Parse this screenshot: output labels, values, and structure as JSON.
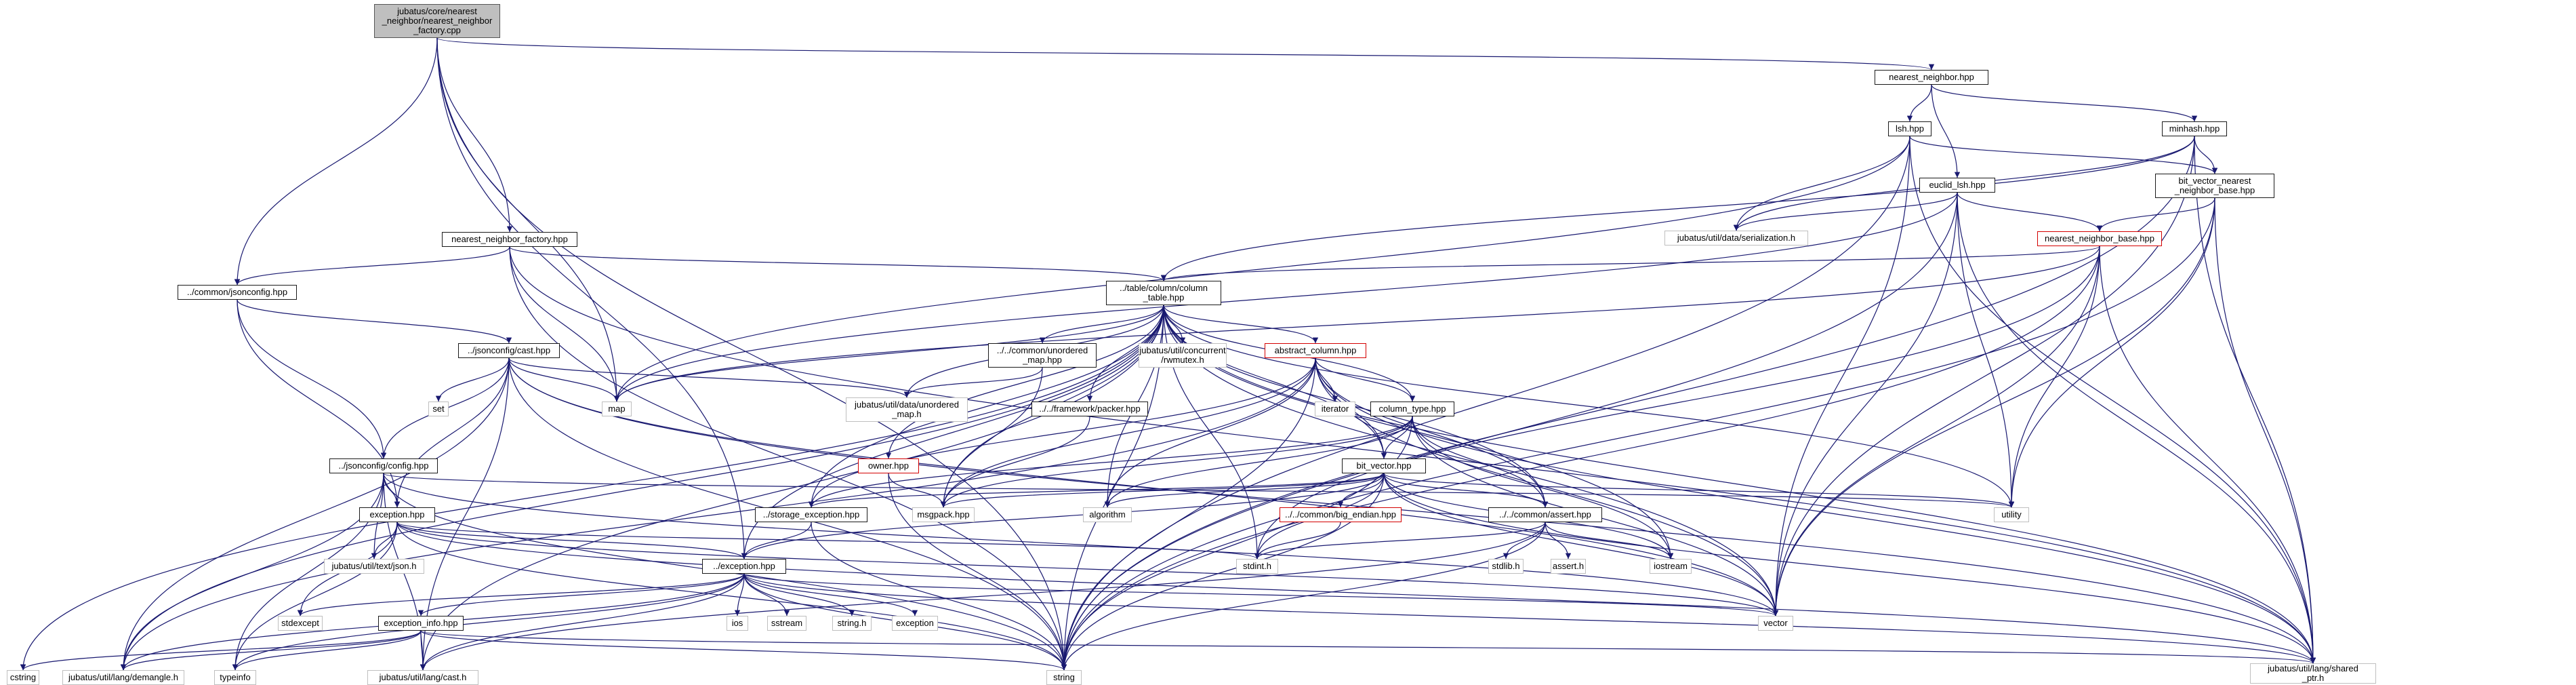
{
  "diagram": {
    "nodes": [
      {
        "id": "root",
        "label": "jubatus/core/nearest\n_neighbor/nearest_neighbor\n_factory.cpp",
        "style": "root"
      },
      {
        "id": "nn",
        "label": "nearest_neighbor.hpp",
        "style": "doc"
      },
      {
        "id": "lsh",
        "label": "lsh.hpp",
        "style": "doc"
      },
      {
        "id": "minhash",
        "label": "minhash.hpp",
        "style": "doc"
      },
      {
        "id": "euclid",
        "label": "euclid_lsh.hpp",
        "style": "doc"
      },
      {
        "id": "bvnb",
        "label": "bit_vector_nearest\n_neighbor_base.hpp",
        "style": "doc"
      },
      {
        "id": "serial",
        "label": "jubatus/util/data/serialization.h",
        "style": "ext"
      },
      {
        "id": "nnbase",
        "label": "nearest_neighbor_base.hpp",
        "style": "red"
      },
      {
        "id": "nnfactory",
        "label": "nearest_neighbor_factory.hpp",
        "style": "doc"
      },
      {
        "id": "cjsonconfig",
        "label": "../common/jsonconfig.hpp",
        "style": "doc"
      },
      {
        "id": "coltable",
        "label": "../table/column/column\n_table.hpp",
        "style": "doc"
      },
      {
        "id": "cast",
        "label": "../jsonconfig/cast.hpp",
        "style": "doc"
      },
      {
        "id": "cunordered",
        "label": "../../common/unordered\n_map.hpp",
        "style": "doc"
      },
      {
        "id": "rwmutex",
        "label": "jubatus/util/concurrent\n/rwmutex.h",
        "style": "ext"
      },
      {
        "id": "abscol",
        "label": "abstract_column.hpp",
        "style": "red"
      },
      {
        "id": "set",
        "label": "set",
        "style": "ext"
      },
      {
        "id": "map",
        "label": "map",
        "style": "ext"
      },
      {
        "id": "uunordered",
        "label": "jubatus/util/data/unordered\n_map.h",
        "style": "ext"
      },
      {
        "id": "packer",
        "label": "../../framework/packer.hpp",
        "style": "doc"
      },
      {
        "id": "iterator",
        "label": "iterator",
        "style": "ext"
      },
      {
        "id": "coltype",
        "label": "column_type.hpp",
        "style": "doc"
      },
      {
        "id": "jconfig",
        "label": "../jsonconfig/config.hpp",
        "style": "doc"
      },
      {
        "id": "owner",
        "label": "owner.hpp",
        "style": "red"
      },
      {
        "id": "bitvector",
        "label": "bit_vector.hpp",
        "style": "doc"
      },
      {
        "id": "utility",
        "label": "utility",
        "style": "ext"
      },
      {
        "id": "exceptionh",
        "label": "exception.hpp",
        "style": "doc"
      },
      {
        "id": "storageexc",
        "label": "../storage_exception.hpp",
        "style": "doc"
      },
      {
        "id": "msgpack",
        "label": "msgpack.hpp",
        "style": "ext"
      },
      {
        "id": "algorithm",
        "label": "algorithm",
        "style": "ext"
      },
      {
        "id": "bigendian",
        "label": "../../common/big_endian.hpp",
        "style": "red"
      },
      {
        "id": "cassert",
        "label": "../../common/assert.hpp",
        "style": "doc"
      },
      {
        "id": "json",
        "label": "jubatus/util/text/json.h",
        "style": "ext"
      },
      {
        "id": "stdint",
        "label": "stdint.h",
        "style": "ext"
      },
      {
        "id": "stdlib",
        "label": "stdlib.h",
        "style": "ext"
      },
      {
        "id": "asserth",
        "label": "assert.h",
        "style": "ext"
      },
      {
        "id": "iostream",
        "label": "iostream",
        "style": "ext"
      },
      {
        "id": "exc",
        "label": "../exception.hpp",
        "style": "doc"
      },
      {
        "id": "stdexcept",
        "label": "stdexcept",
        "style": "ext"
      },
      {
        "id": "ios",
        "label": "ios",
        "style": "ext"
      },
      {
        "id": "sstream",
        "label": "sstream",
        "style": "ext"
      },
      {
        "id": "stringh",
        "label": "string.h",
        "style": "ext"
      },
      {
        "id": "exception",
        "label": "exception",
        "style": "ext"
      },
      {
        "id": "vector",
        "label": "vector",
        "style": "ext"
      },
      {
        "id": "excinfo",
        "label": "exception_info.hpp",
        "style": "doc"
      },
      {
        "id": "cstring",
        "label": "cstring",
        "style": "ext"
      },
      {
        "id": "demangle",
        "label": "jubatus/util/lang/demangle.h",
        "style": "ext"
      },
      {
        "id": "typeinfo",
        "label": "typeinfo",
        "style": "ext"
      },
      {
        "id": "langcast",
        "label": "jubatus/util/lang/cast.h",
        "style": "ext"
      },
      {
        "id": "string",
        "label": "string",
        "style": "ext"
      },
      {
        "id": "sharedptr",
        "label": "jubatus/util/lang/shared\n_ptr.h",
        "style": "ext"
      }
    ],
    "edges": [
      [
        "root",
        "nn"
      ],
      [
        "root",
        "nnfactory"
      ],
      [
        "root",
        "cjsonconfig"
      ],
      [
        "root",
        "map"
      ],
      [
        "root",
        "string"
      ],
      [
        "root",
        "exc"
      ],
      [
        "nn",
        "lsh"
      ],
      [
        "nn",
        "minhash"
      ],
      [
        "nn",
        "euclid"
      ],
      [
        "lsh",
        "bvnb"
      ],
      [
        "lsh",
        "serial"
      ],
      [
        "lsh",
        "map"
      ],
      [
        "lsh",
        "string"
      ],
      [
        "lsh",
        "vector"
      ],
      [
        "lsh",
        "sharedptr"
      ],
      [
        "minhash",
        "bvnb"
      ],
      [
        "minhash",
        "serial"
      ],
      [
        "minhash",
        "coltable"
      ],
      [
        "minhash",
        "vector"
      ],
      [
        "minhash",
        "string"
      ],
      [
        "minhash",
        "sharedptr"
      ],
      [
        "bvnb",
        "nnbase"
      ],
      [
        "bvnb",
        "utility"
      ],
      [
        "bvnb",
        "vector"
      ],
      [
        "bvnb",
        "string"
      ],
      [
        "bvnb",
        "sharedptr"
      ],
      [
        "euclid",
        "nnbase"
      ],
      [
        "euclid",
        "serial"
      ],
      [
        "euclid",
        "map"
      ],
      [
        "euclid",
        "utility"
      ],
      [
        "euclid",
        "vector"
      ],
      [
        "euclid",
        "string"
      ],
      [
        "euclid",
        "sharedptr"
      ],
      [
        "nnbase",
        "coltable"
      ],
      [
        "nnbase",
        "map"
      ],
      [
        "nnbase",
        "utility"
      ],
      [
        "nnbase",
        "vector"
      ],
      [
        "nnbase",
        "string"
      ],
      [
        "nnbase",
        "sharedptr"
      ],
      [
        "nnbase",
        "stdint"
      ],
      [
        "nnfactory",
        "cjsonconfig"
      ],
      [
        "nnfactory",
        "coltable"
      ],
      [
        "nnfactory",
        "map"
      ],
      [
        "nnfactory",
        "string"
      ],
      [
        "nnfactory",
        "sharedptr"
      ],
      [
        "cjsonconfig",
        "cast"
      ],
      [
        "cjsonconfig",
        "jconfig"
      ],
      [
        "cjsonconfig",
        "exceptionh"
      ],
      [
        "coltable",
        "cunordered"
      ],
      [
        "coltable",
        "rwmutex"
      ],
      [
        "coltable",
        "abscol"
      ],
      [
        "coltable",
        "uunordered"
      ],
      [
        "coltable",
        "packer"
      ],
      [
        "coltable",
        "coltype"
      ],
      [
        "coltable",
        "owner"
      ],
      [
        "coltable",
        "bitvector"
      ],
      [
        "coltable",
        "storageexc"
      ],
      [
        "coltable",
        "msgpack"
      ],
      [
        "coltable",
        "map"
      ],
      [
        "coltable",
        "utility"
      ],
      [
        "coltable",
        "vector"
      ],
      [
        "coltable",
        "string"
      ],
      [
        "coltable",
        "iostream"
      ],
      [
        "coltable",
        "exc"
      ],
      [
        "coltable",
        "stdint"
      ],
      [
        "coltable",
        "cassert"
      ],
      [
        "coltable",
        "sharedptr"
      ],
      [
        "coltable",
        "algorithm"
      ],
      [
        "coltable",
        "cstring"
      ],
      [
        "coltable",
        "demangle"
      ],
      [
        "coltable",
        "langcast"
      ],
      [
        "cast",
        "set"
      ],
      [
        "cast",
        "map"
      ],
      [
        "cast",
        "uunordered"
      ],
      [
        "cast",
        "jconfig"
      ],
      [
        "cast",
        "exceptionh"
      ],
      [
        "cast",
        "string"
      ],
      [
        "cast",
        "vector"
      ],
      [
        "cast",
        "sharedptr"
      ],
      [
        "cast",
        "demangle"
      ],
      [
        "cast",
        "langcast"
      ],
      [
        "cunordered",
        "uunordered"
      ],
      [
        "cunordered",
        "msgpack"
      ],
      [
        "packer",
        "msgpack"
      ],
      [
        "abscol",
        "iterator"
      ],
      [
        "abscol",
        "coltype"
      ],
      [
        "abscol",
        "bitvector"
      ],
      [
        "abscol",
        "storageexc"
      ],
      [
        "abscol",
        "msgpack"
      ],
      [
        "abscol",
        "string"
      ],
      [
        "abscol",
        "vector"
      ],
      [
        "abscol",
        "sharedptr"
      ],
      [
        "abscol",
        "cassert"
      ],
      [
        "abscol",
        "algorithm"
      ],
      [
        "abscol",
        "demangle"
      ],
      [
        "coltype",
        "bitvector"
      ],
      [
        "coltype",
        "storageexc"
      ],
      [
        "coltype",
        "msgpack"
      ],
      [
        "coltype",
        "string"
      ],
      [
        "coltype",
        "iostream"
      ],
      [
        "coltype",
        "vector"
      ],
      [
        "coltype",
        "algorithm"
      ],
      [
        "coltype",
        "cassert"
      ],
      [
        "jconfig",
        "utility"
      ],
      [
        "jconfig",
        "exceptionh"
      ],
      [
        "jconfig",
        "json"
      ],
      [
        "jconfig",
        "string"
      ],
      [
        "jconfig",
        "vector"
      ],
      [
        "jconfig",
        "typeinfo"
      ],
      [
        "jconfig",
        "demangle"
      ],
      [
        "jconfig",
        "langcast"
      ],
      [
        "owner",
        "msgpack"
      ],
      [
        "owner",
        "string"
      ],
      [
        "bitvector",
        "bigendian"
      ],
      [
        "bitvector",
        "cassert"
      ],
      [
        "bitvector",
        "storageexc"
      ],
      [
        "bitvector",
        "msgpack"
      ],
      [
        "bitvector",
        "algorithm"
      ],
      [
        "bitvector",
        "stdint"
      ],
      [
        "bitvector",
        "string"
      ],
      [
        "bitvector",
        "iostream"
      ],
      [
        "bitvector",
        "vector"
      ],
      [
        "bitvector",
        "exc"
      ],
      [
        "bitvector",
        "utility"
      ],
      [
        "bitvector",
        "sharedptr"
      ],
      [
        "bigendian",
        "stdint"
      ],
      [
        "cassert",
        "stdint"
      ],
      [
        "cassert",
        "stdlib"
      ],
      [
        "cassert",
        "asserth"
      ],
      [
        "cassert",
        "iostream"
      ],
      [
        "cassert",
        "string"
      ],
      [
        "cassert",
        "langcast"
      ],
      [
        "exceptionh",
        "json"
      ],
      [
        "exceptionh",
        "exc"
      ],
      [
        "exceptionh",
        "typeinfo"
      ],
      [
        "exceptionh",
        "string"
      ],
      [
        "exceptionh",
        "vector"
      ],
      [
        "exceptionh",
        "stdexcept"
      ],
      [
        "exceptionh",
        "sharedptr"
      ],
      [
        "exceptionh",
        "stdint"
      ],
      [
        "storageexc",
        "exc"
      ],
      [
        "storageexc",
        "string"
      ],
      [
        "exc",
        "stdexcept"
      ],
      [
        "exc",
        "ios"
      ],
      [
        "exc",
        "sstream"
      ],
      [
        "exc",
        "stringh"
      ],
      [
        "exc",
        "exception"
      ],
      [
        "exc",
        "vector"
      ],
      [
        "exc",
        "excinfo"
      ],
      [
        "exc",
        "string"
      ],
      [
        "exc",
        "sharedptr"
      ],
      [
        "exc",
        "demangle"
      ],
      [
        "exc",
        "langcast"
      ],
      [
        "exc",
        "typeinfo"
      ],
      [
        "excinfo",
        "cstring"
      ],
      [
        "excinfo",
        "demangle"
      ],
      [
        "excinfo",
        "typeinfo"
      ],
      [
        "excinfo",
        "langcast"
      ],
      [
        "excinfo",
        "string"
      ],
      [
        "excinfo",
        "sharedptr"
      ]
    ]
  },
  "colors": {
    "edge": "#191970",
    "border": "#1a1a1a",
    "ext_border": "#bfbfbf",
    "red_border": "#d40000",
    "root_fill": "#bfbfbf"
  }
}
